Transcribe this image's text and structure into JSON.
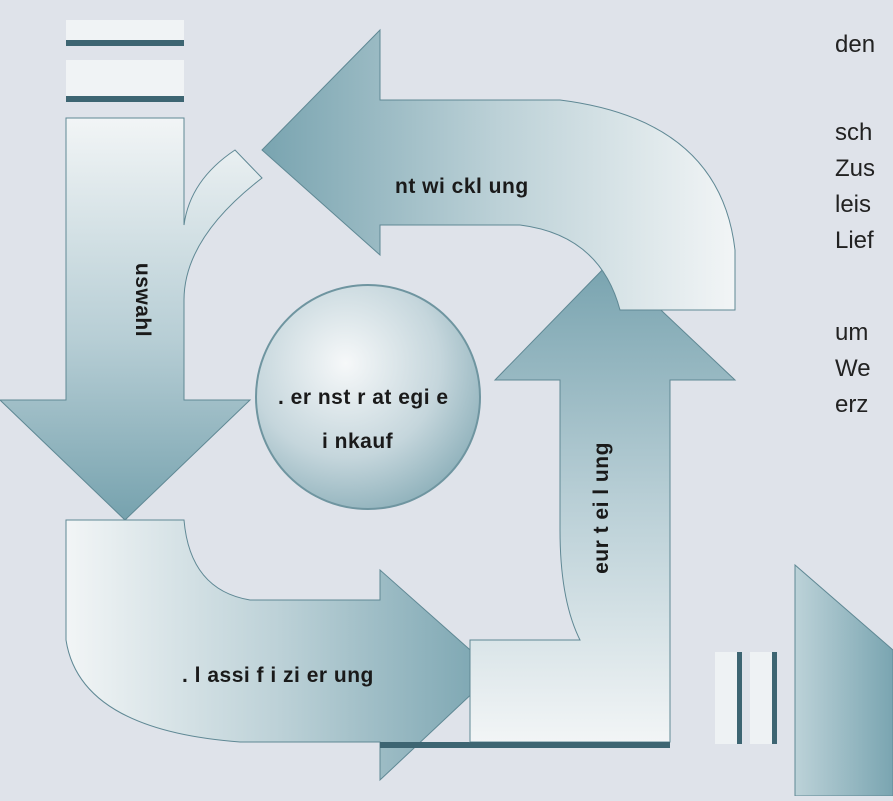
{
  "diagram": {
    "top_label": "nt wi ckl ung",
    "left_label": "uswahl",
    "center_line1": ". er nst r at egi e",
    "center_line2": "i nkauf",
    "right_label": "eur t ei l ung",
    "bottom_label": ". l assi f i zi er ung"
  },
  "side_text": {
    "line1": "den",
    "line2": "sch",
    "line3": "Zus",
    "line4": "leis",
    "line5": "Lief",
    "line6": "um",
    "line7": "We",
    "line8": "erz"
  },
  "colors": {
    "background": "#dfe3ea",
    "arrow_dark": "#7fa8b4",
    "arrow_light": "#eef2f4",
    "bar": "#3d6572"
  }
}
